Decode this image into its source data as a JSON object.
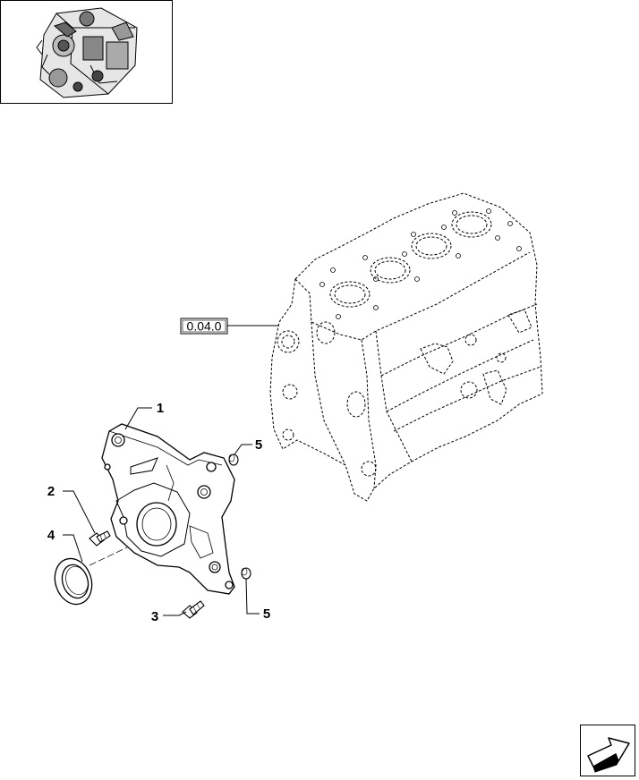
{
  "thumbnail": {
    "icon": "engine-thumbnail-icon"
  },
  "reference_box": {
    "label": "0.04.0"
  },
  "callouts": [
    {
      "id": "c1",
      "number": "1"
    },
    {
      "id": "c2",
      "number": "2"
    },
    {
      "id": "c3",
      "number": "3"
    },
    {
      "id": "c4",
      "number": "4"
    },
    {
      "id": "c5a",
      "number": "5"
    },
    {
      "id": "c5b",
      "number": "5"
    }
  ],
  "nav": {
    "icon": "next-page-arrow-icon"
  }
}
